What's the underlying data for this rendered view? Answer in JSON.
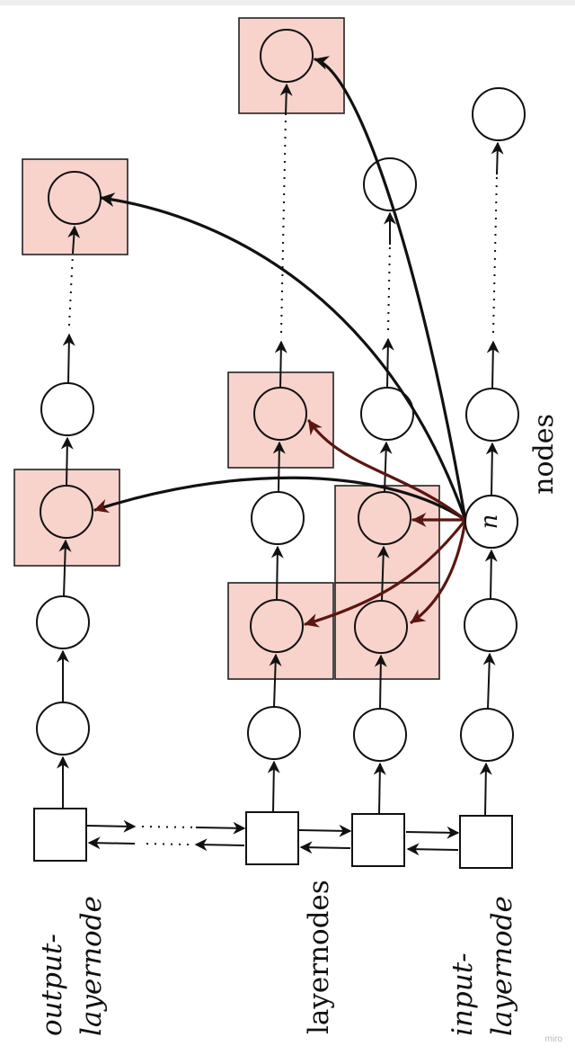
{
  "labels": {
    "output_layernode": [
      "output-",
      "layernode"
    ],
    "layernodes": "layernodes",
    "input_layernode": [
      "input-",
      "layernode"
    ],
    "nodes": "nodes",
    "center_node": "n"
  },
  "watermark": "miro",
  "colors": {
    "highlight_fill": "#f7d3cc",
    "stroke": "#111111",
    "influence_arrow": "#5a1610",
    "background": "#ffffff"
  }
}
